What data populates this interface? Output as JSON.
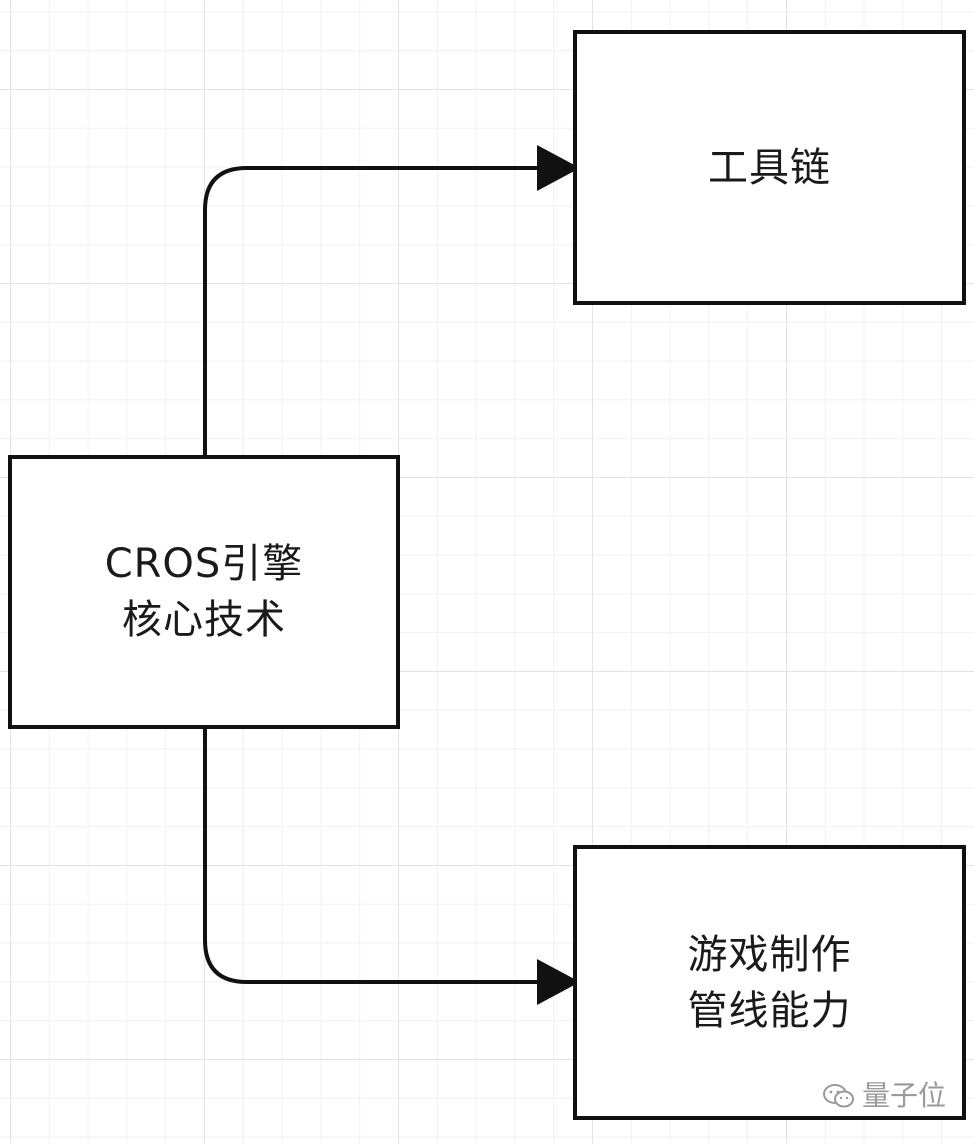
{
  "nodes": {
    "core": {
      "lines": [
        "CROS引擎",
        "核心技术"
      ]
    },
    "toolchain": {
      "lines": [
        "工具链"
      ]
    },
    "pipeline": {
      "lines": [
        "游戏制作",
        "管线能力"
      ]
    }
  },
  "watermark": {
    "text": "量子位",
    "icon": "wechat-icon"
  },
  "colors": {
    "stroke": "#111111",
    "text": "#1a1a1a",
    "grid": "#e3e3e3",
    "watermark": "#9a9a9a"
  }
}
